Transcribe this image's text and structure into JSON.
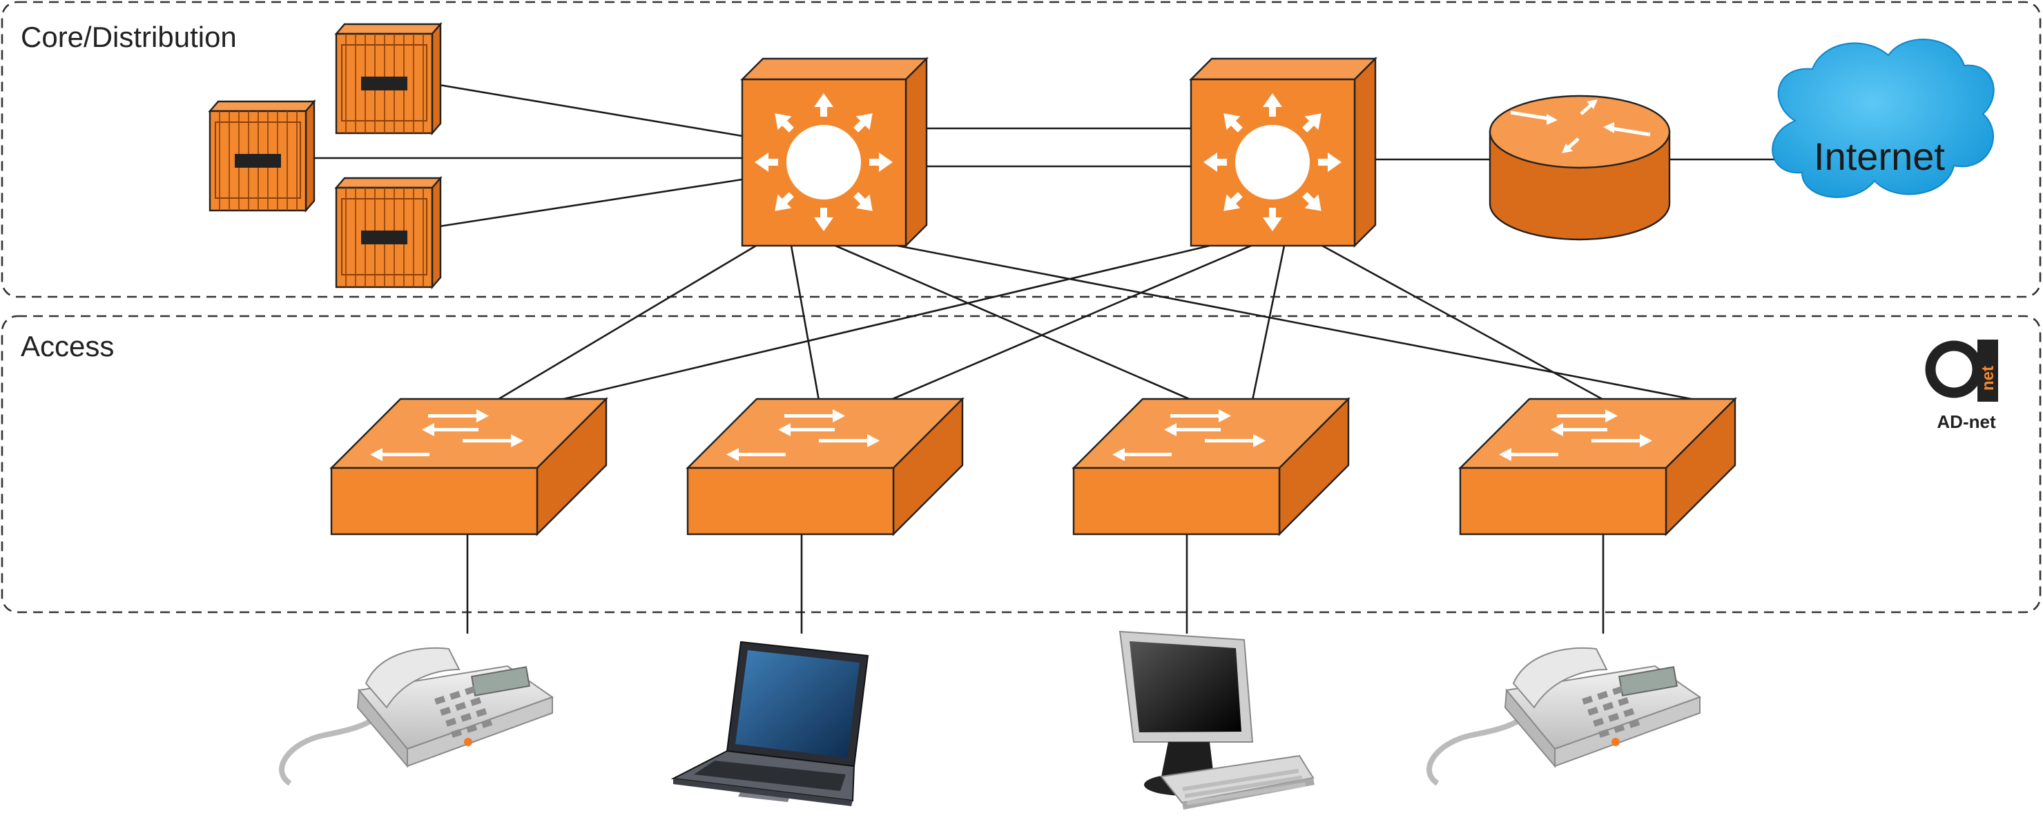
{
  "zones": {
    "core_label": "Core/Distribution",
    "access_label": "Access"
  },
  "cloud": {
    "label": "Internet"
  },
  "logo": {
    "net_text": "net",
    "name": "AD-net"
  },
  "devices": {
    "servers": [
      "server",
      "server",
      "server"
    ],
    "core_switches": [
      "layer3-switch",
      "layer3-switch"
    ],
    "router": "router",
    "access_switches": [
      "switch",
      "switch",
      "switch",
      "switch"
    ],
    "endpoints": [
      "ip-phone",
      "laptop",
      "desktop-computer",
      "ip-phone"
    ]
  },
  "colors": {
    "device_orange": "#f3872e",
    "device_dark": "#d96c1a",
    "device_light": "#f69a4f",
    "cloud_blue": "#1ea7e6",
    "line": "#1a1a1a"
  }
}
